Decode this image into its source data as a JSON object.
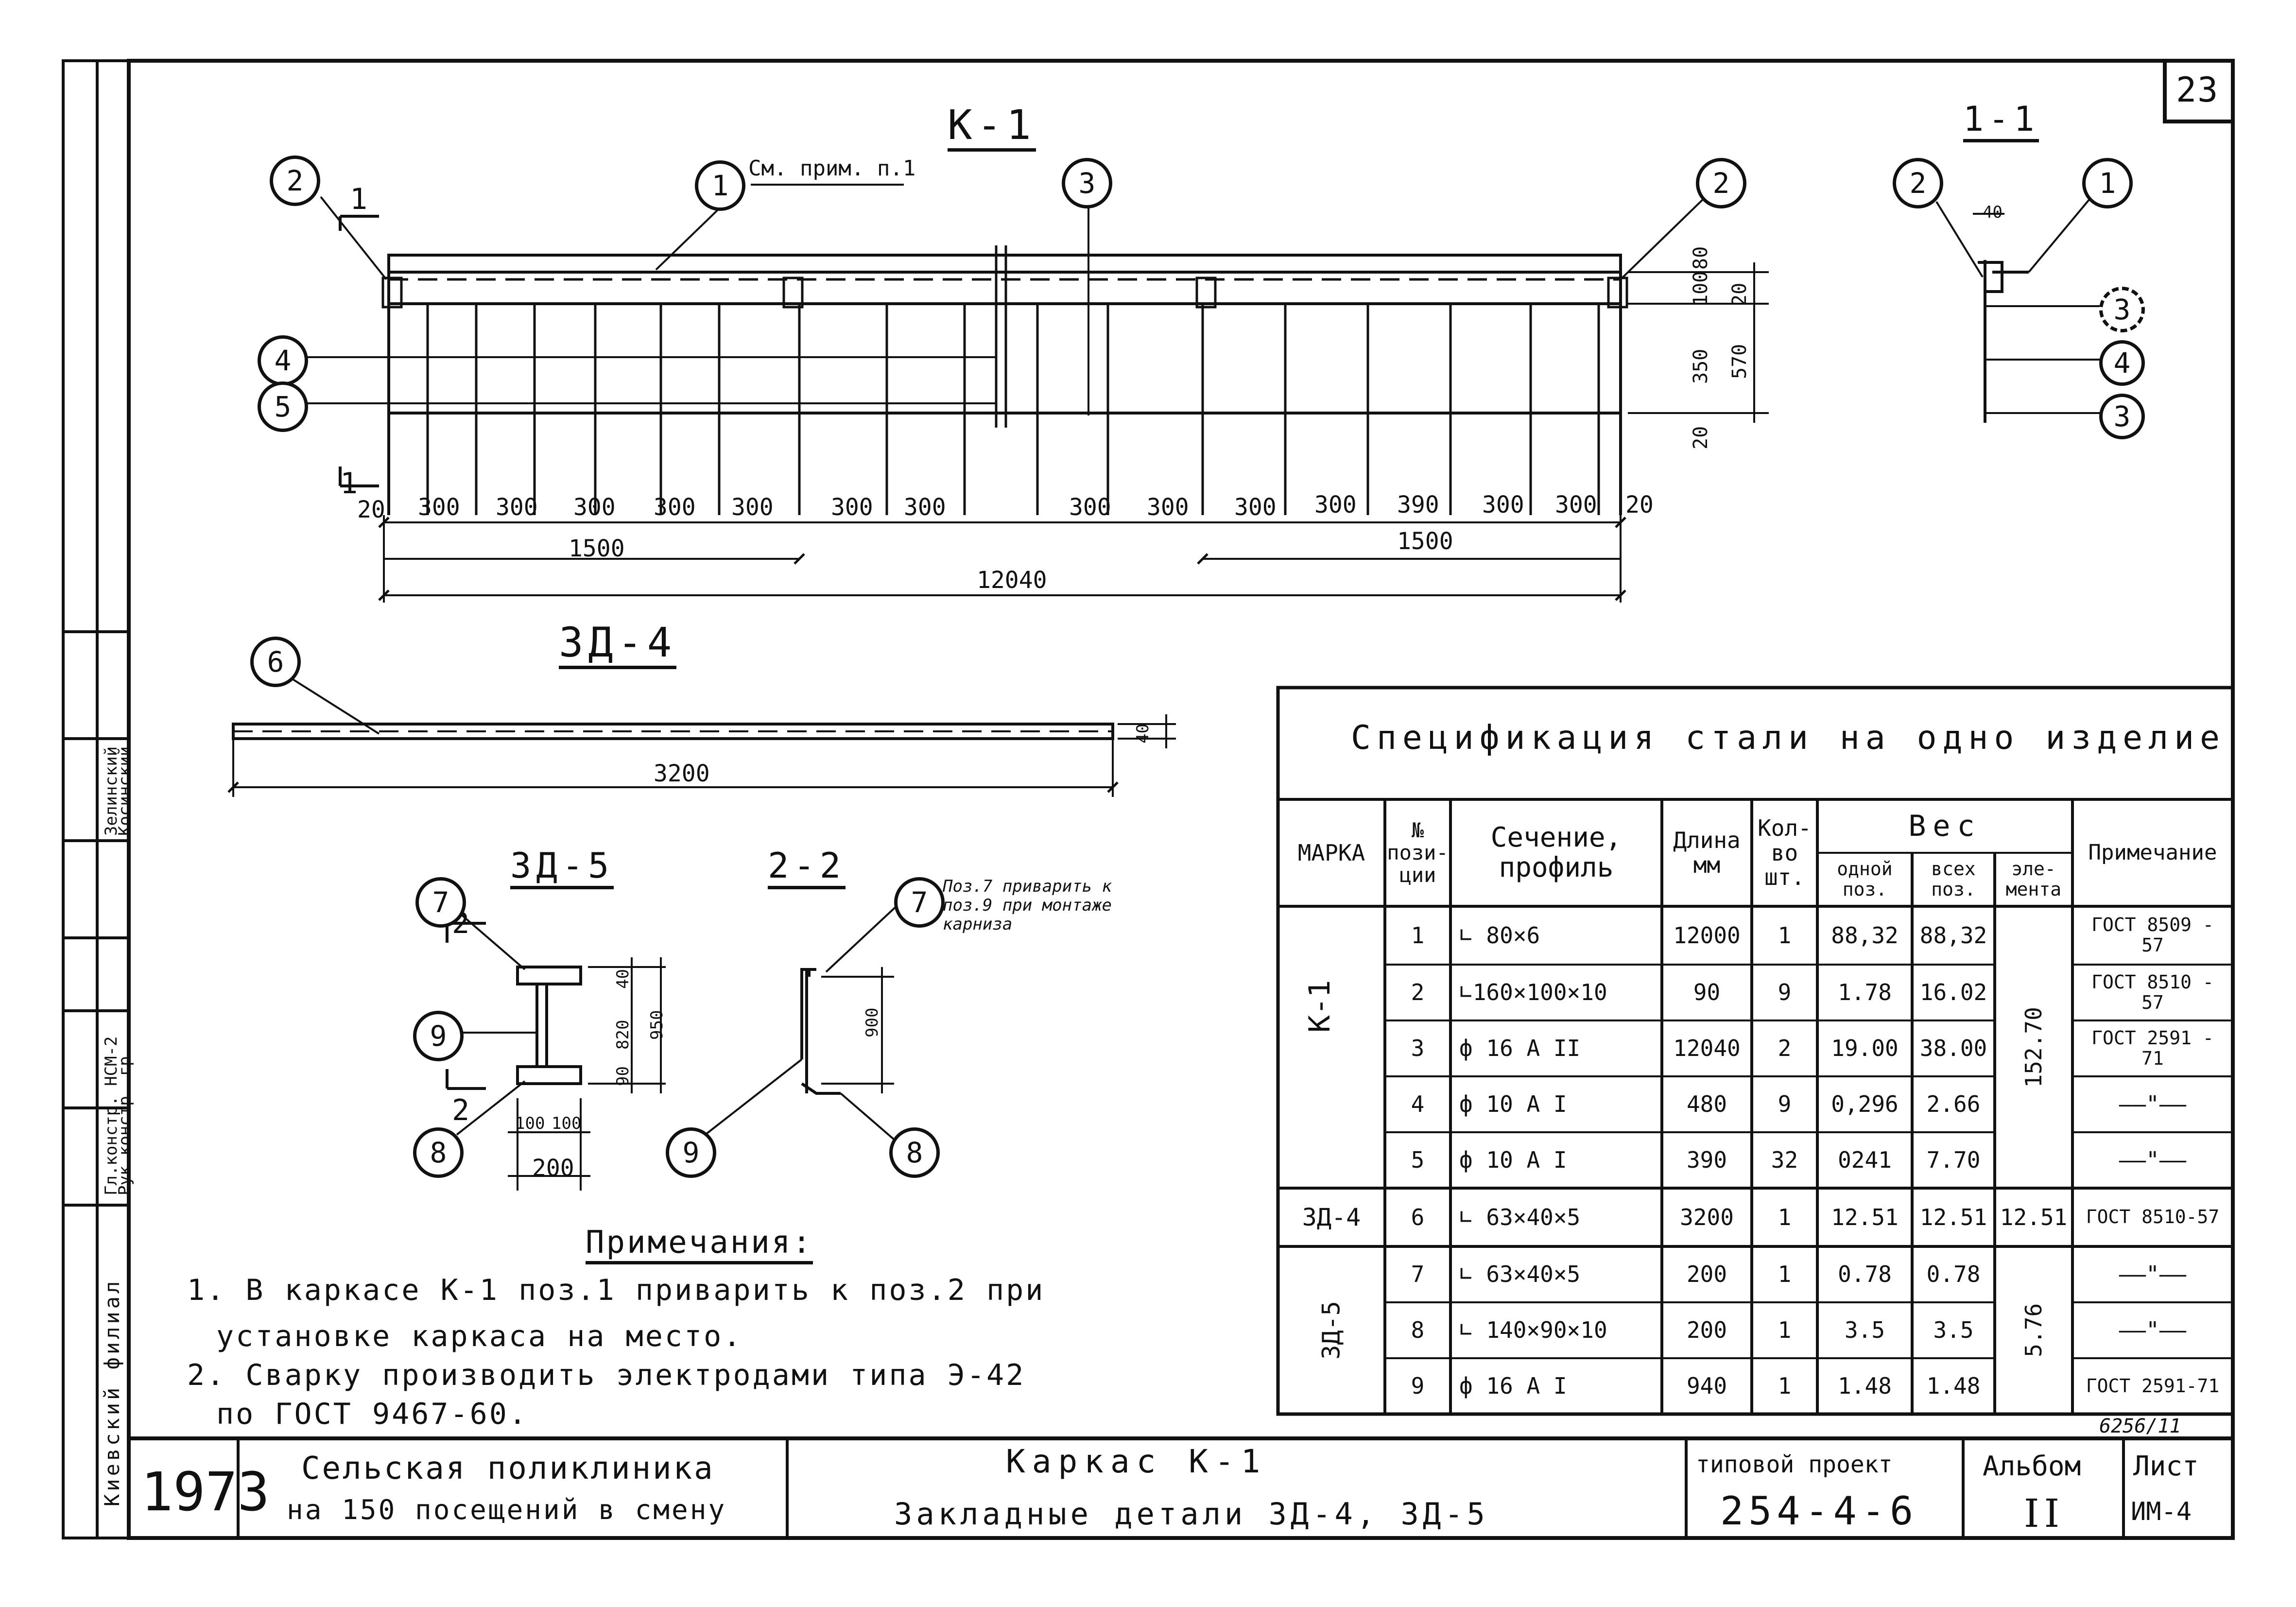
{
  "sheet_number": "23",
  "drawings": {
    "k1": {
      "title": "К-1",
      "note_ref": "См. прим. п.1",
      "section_mark": "1",
      "callouts": [
        "2",
        "1",
        "3",
        "2",
        "4",
        "5"
      ],
      "dims_left": [
        "20",
        "300",
        "300",
        "300",
        "300",
        "300",
        "300",
        "300"
      ],
      "dims_right": [
        "300",
        "300",
        "300",
        "300",
        "390",
        "300",
        "300",
        "20"
      ],
      "dim_1500_left": "1500",
      "dim_1500_right": "1500",
      "dim_total": "12040",
      "dims_vertical": [
        "100",
        "80",
        "20",
        "350",
        "570",
        "20"
      ]
    },
    "section11": {
      "title": "1-1",
      "dim": "40",
      "callouts": [
        "2",
        "1",
        "3",
        "4",
        "3"
      ]
    },
    "zd4": {
      "title": "ЗД-4",
      "callout": "6",
      "dim_length": "3200",
      "dim_height": "40"
    },
    "zd5": {
      "title": "ЗД-5",
      "callouts": [
        "7",
        "9",
        "8"
      ],
      "section_mark": "2",
      "dims": [
        "40",
        "820",
        "90",
        "950",
        "100",
        "100",
        "200"
      ]
    },
    "section22": {
      "title": "2-2",
      "note": "Поз.7 приварить к поз.9 при монтаже карниза",
      "callouts": [
        "7",
        "9",
        "8"
      ],
      "dim": "900"
    }
  },
  "notes": {
    "title": "Примечания:",
    "items": [
      "1. В каркасе К-1 поз.1 приварить к поз.2 при",
      "установке каркаса на место.",
      "2. Сварку производить электродами типа Э-42",
      "по ГОСТ 9467-60."
    ]
  },
  "spec": {
    "title": "Спецификация стали на одно изделие",
    "headers": {
      "mark": "МАРКА",
      "pos": "№ пози- ции",
      "section": "Сечение, профиль",
      "length": "Длина мм",
      "qty": "Кол- во шт.",
      "weight": "Вес",
      "w_one": "одной поз.",
      "w_all": "всех поз.",
      "w_el": "эле- мента",
      "note": "Примечание"
    },
    "groups": [
      {
        "mark": "К-1",
        "element_weight": "152.70",
        "rows": [
          {
            "pos": "1",
            "section": "∟ 80×6",
            "length": "12000",
            "qty": "1",
            "w_one": "88,32",
            "w_all": "88,32",
            "note": "ГОСТ 8509 - 57"
          },
          {
            "pos": "2",
            "section": "∟160×100×10",
            "length": "90",
            "qty": "9",
            "w_one": "1.78",
            "w_all": "16.02",
            "note": "ГОСТ 8510 - 57"
          },
          {
            "pos": "3",
            "section": "ф 16 А II",
            "length": "12040",
            "qty": "2",
            "w_one": "19.00",
            "w_all": "38.00",
            "note": "ГОСТ 2591 - 71"
          },
          {
            "pos": "4",
            "section": "ф 10 А I",
            "length": "480",
            "qty": "9",
            "w_one": "0,296",
            "w_all": "2.66",
            "note": "——\"——"
          },
          {
            "pos": "5",
            "section": "ф 10 А I",
            "length": "390",
            "qty": "32",
            "w_one": "0241",
            "w_all": "7.70",
            "note": "——\"——"
          }
        ]
      },
      {
        "mark": "ЗД-4",
        "element_weight": "12.51",
        "rows": [
          {
            "pos": "6",
            "section": "∟ 63×40×5",
            "length": "3200",
            "qty": "1",
            "w_one": "12.51",
            "w_all": "12.51",
            "note": "ГОСТ 8510-57"
          }
        ]
      },
      {
        "mark": "ЗД-5",
        "element_weight": "5.76",
        "rows": [
          {
            "pos": "7",
            "section": "∟ 63×40×5",
            "length": "200",
            "qty": "1",
            "w_one": "0.78",
            "w_all": "0.78",
            "note": "——\"——"
          },
          {
            "pos": "8",
            "section": "∟ 140×90×10",
            "length": "200",
            "qty": "1",
            "w_one": "3.5",
            "w_all": "3.5",
            "note": "——\"——"
          },
          {
            "pos": "9",
            "section": "ф 16 А I",
            "length": "940",
            "qty": "1",
            "w_one": "1.48",
            "w_all": "1.48",
            "note": "ГОСТ 2591-71"
          }
        ]
      }
    ],
    "inventory": "6256/11"
  },
  "stamp": {
    "year": "1973",
    "object": "Сельская поликлиника",
    "object2": "на 150 посещений в смену",
    "title1": "Каркас К-1",
    "title2": "Закладные детали ЗД-4, ЗД-5",
    "project_label": "типовой проект",
    "project_no": "254-4-6",
    "album_label": "Альбом",
    "album_no": "II",
    "sheet_label": "Лист",
    "sheet_no": "ИМ-4"
  },
  "sidebar": {
    "org": "Киевский филиал",
    "roles": [
      "Гл.констр. НСМ-2",
      "Рук.констр. гр."
    ],
    "names": [
      "Зелинский",
      "Косинский"
    ]
  }
}
